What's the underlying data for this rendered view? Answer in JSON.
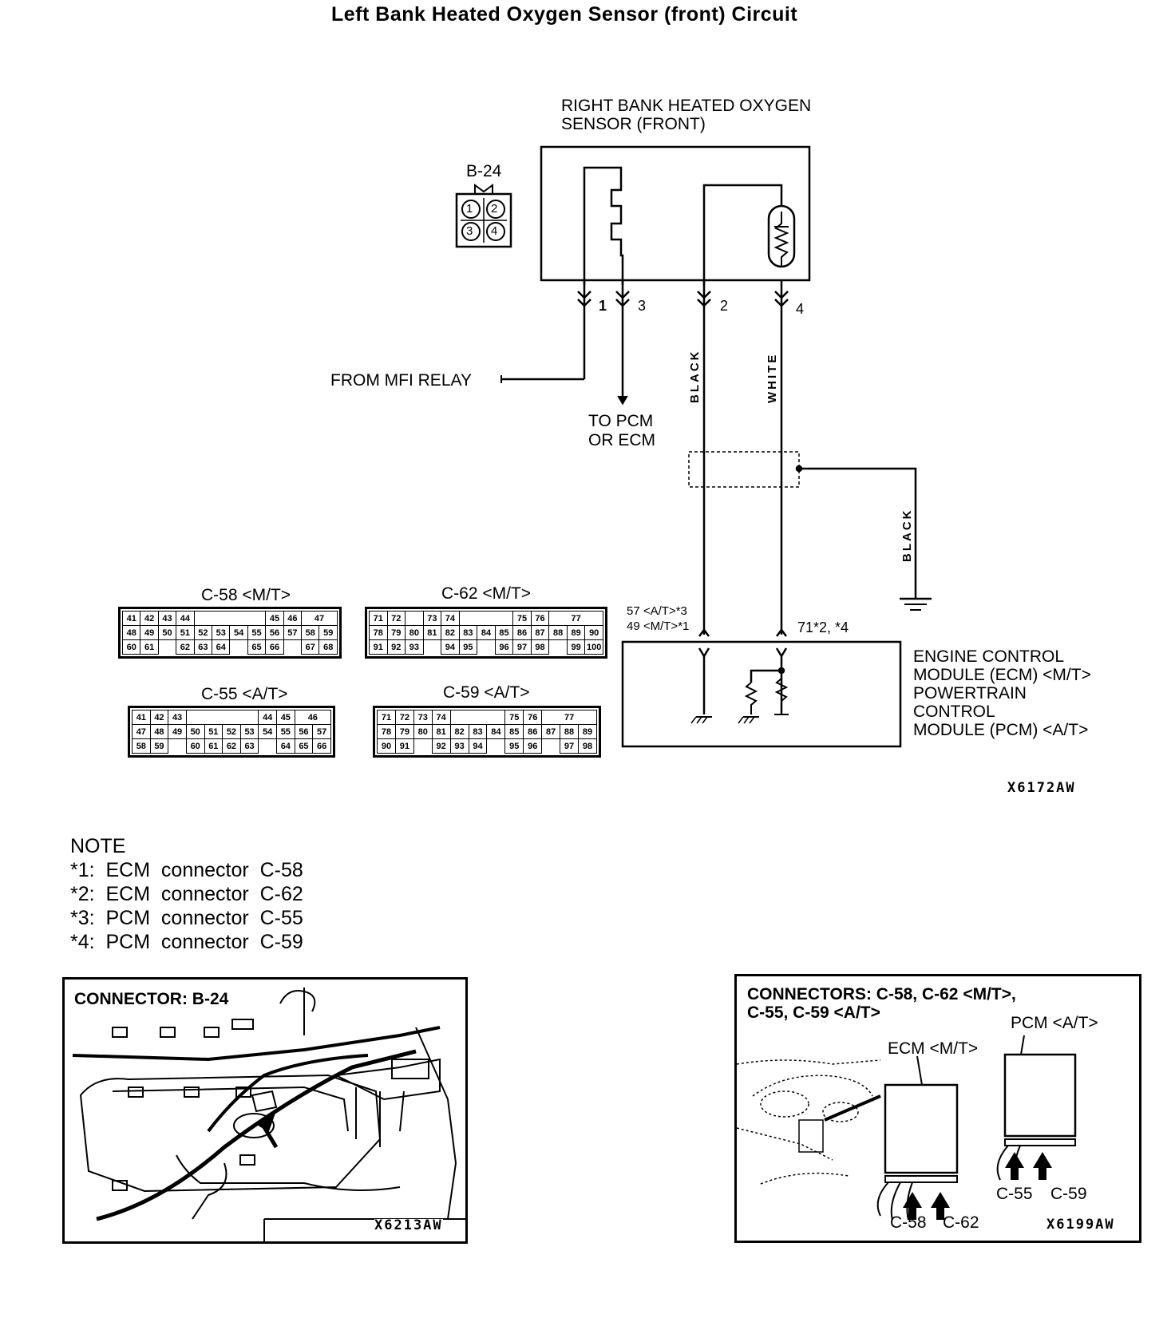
{
  "title": "Left Bank Heated Oxygen Sensor (front) Circuit",
  "sensor": {
    "label_line1": "RIGHT BANK HEATED OXYGEN",
    "label_line2": "SENSOR (FRONT)",
    "connector_id": "B-24",
    "pins": [
      "1",
      "2",
      "3",
      "4"
    ]
  },
  "wires": {
    "pin1": "1",
    "pin3": "3",
    "pin2": "2",
    "pin4": "4",
    "from_relay": "FROM MFI RELAY",
    "to_pcm_line1": "TO PCM",
    "to_pcm_line2": "OR ECM",
    "color_pin2": "BLACK",
    "color_pin4": "WHITE",
    "color_ground": "BLACK"
  },
  "ecm": {
    "pin_a_line1": "57 <A/T>*3",
    "pin_a_line2": "49 <M/T>*1",
    "pin_b": "71*2, *4",
    "label_lines": [
      "ENGINE CONTROL",
      "MODULE (ECM) <M/T>",
      "POWERTRAIN",
      "CONTROL",
      "MODULE (PCM) <A/T>"
    ]
  },
  "connectors": {
    "c58": {
      "title": "C-58 <M/T>",
      "rows": [
        [
          "41",
          "42",
          "43",
          "44",
          "",
          "",
          "",
          "",
          "45",
          "46",
          "47"
        ],
        [
          "48",
          "49",
          "50",
          "51",
          "52",
          "53",
          "54",
          "55",
          "56",
          "57",
          "58",
          "59"
        ],
        [
          "60",
          "61",
          "",
          "62",
          "63",
          "64",
          "",
          "65",
          "66",
          "",
          "67",
          "68"
        ]
      ]
    },
    "c62": {
      "title": "C-62 <M/T>",
      "rows": [
        [
          "71",
          "72",
          "",
          "73",
          "74",
          "",
          "",
          "",
          "75",
          "76",
          "77"
        ],
        [
          "78",
          "79",
          "80",
          "81",
          "82",
          "83",
          "84",
          "85",
          "86",
          "87",
          "88",
          "89",
          "90"
        ],
        [
          "91",
          "92",
          "93",
          "",
          "94",
          "95",
          "",
          "96",
          "97",
          "98",
          "",
          "99",
          "100"
        ]
      ]
    },
    "c55": {
      "title": "C-55 <A/T>",
      "rows": [
        [
          "41",
          "42",
          "43",
          "",
          "",
          "",
          "",
          "44",
          "45",
          "46"
        ],
        [
          "47",
          "48",
          "49",
          "50",
          "51",
          "52",
          "53",
          "54",
          "55",
          "56",
          "57"
        ],
        [
          "58",
          "59",
          "",
          "60",
          "61",
          "62",
          "63",
          "",
          "64",
          "65",
          "66"
        ]
      ]
    },
    "c59": {
      "title": "C-59 <A/T>",
      "rows": [
        [
          "71",
          "72",
          "73",
          "74",
          "",
          "",
          "",
          "75",
          "76",
          "77"
        ],
        [
          "78",
          "79",
          "80",
          "81",
          "82",
          "83",
          "84",
          "85",
          "86",
          "87",
          "88",
          "89"
        ],
        [
          "90",
          "91",
          "",
          "92",
          "93",
          "94",
          "",
          "95",
          "96",
          "",
          "97",
          "98"
        ]
      ]
    }
  },
  "figure_code_top": "X6172AW",
  "note": {
    "heading": "NOTE",
    "lines": [
      "*1:  ECM  connector  C-58",
      "*2:  ECM  connector  C-62",
      "*3:  PCM  connector  C-55",
      "*4:  PCM  connector  C-59"
    ]
  },
  "photo_left": {
    "title": "CONNECTOR:  B-24",
    "code": "X6213AW"
  },
  "photo_right": {
    "title_line1": "CONNECTORS:  C-58,  C-62  <M/T>,",
    "title_line2": "C-55,  C-59  <A/T>",
    "pcm_label": "PCM <A/T>",
    "ecm_label": "ECM <M/T>",
    "c55": "C-55",
    "c59": "C-59",
    "c58": "C-58",
    "c62": "C-62",
    "code": "X6199AW"
  }
}
